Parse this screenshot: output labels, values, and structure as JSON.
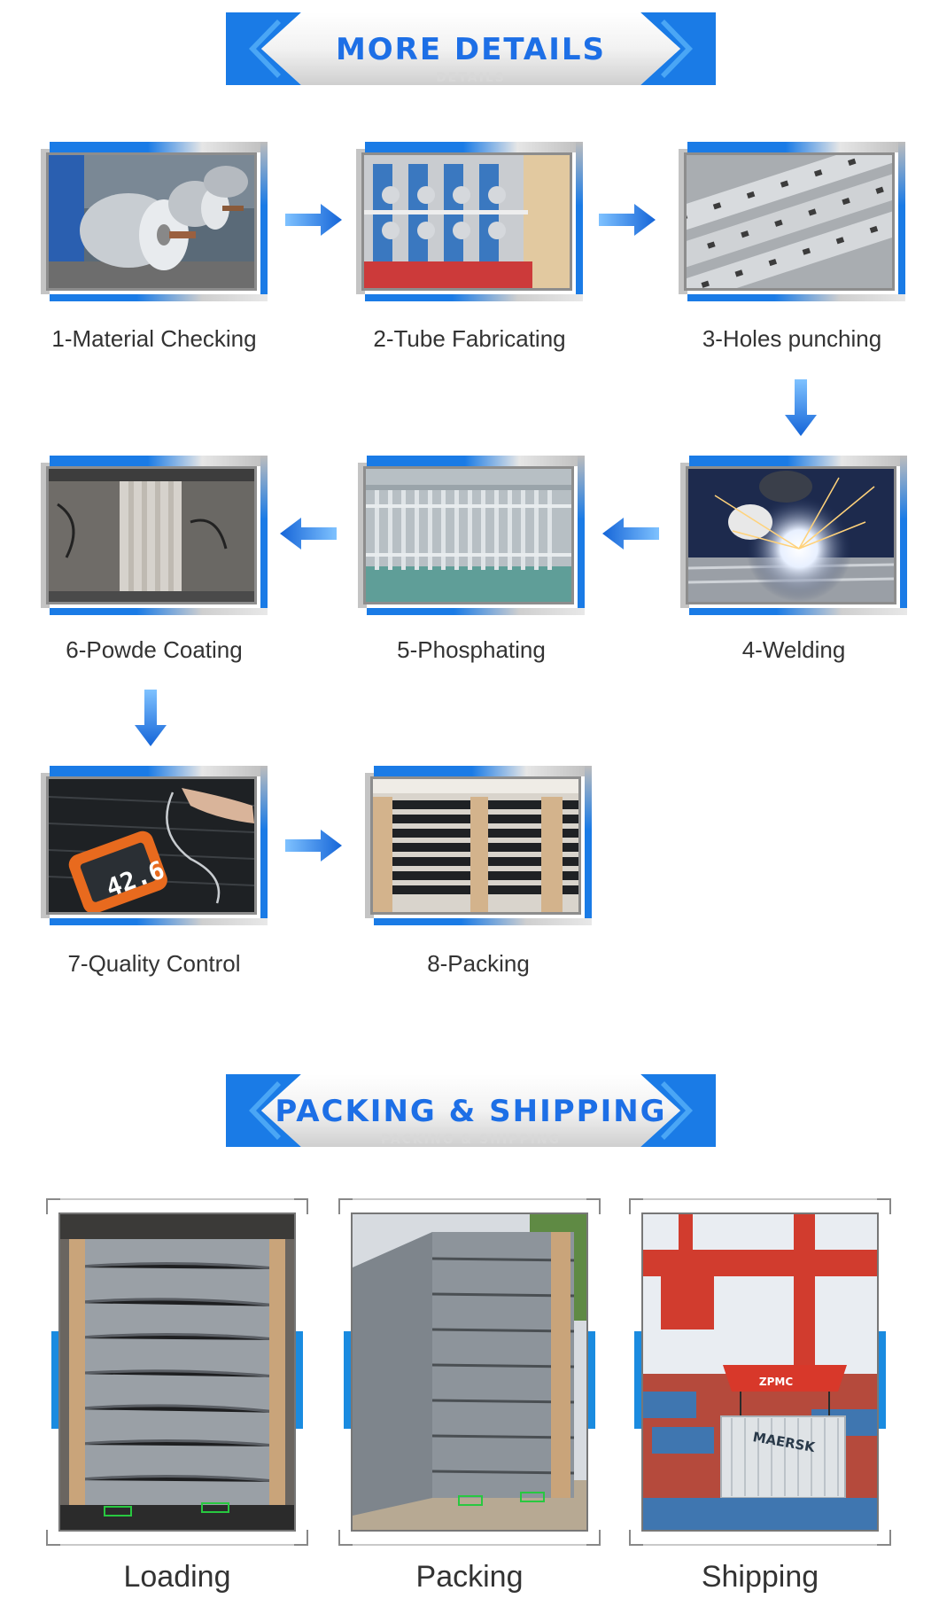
{
  "sections": {
    "details": {
      "title": "MORE DETAILS",
      "subtitle": "DETAILS"
    },
    "shipping": {
      "title": "PACKING & SHIPPING",
      "subtitle": "PACKING & SHIPPING"
    }
  },
  "steps": [
    {
      "label": "1-Material Checking"
    },
    {
      "label": "2-Tube Fabricating"
    },
    {
      "label": "3-Holes punching"
    },
    {
      "label": "4-Welding"
    },
    {
      "label": "5-Phosphating"
    },
    {
      "label": "6-Powde Coating"
    },
    {
      "label": "7-Quality Control"
    },
    {
      "label": "8-Packing"
    }
  ],
  "meter_reading": "42.6",
  "shipping_items": [
    {
      "label": "Loading"
    },
    {
      "label": "Packing"
    },
    {
      "label": "Shipping"
    }
  ],
  "container_brand": "MAERSK",
  "crane_text": "ZPMC",
  "colors": {
    "accent": "#1a7be6",
    "title": "#1d6fe6",
    "arrow": "#1565d8"
  }
}
